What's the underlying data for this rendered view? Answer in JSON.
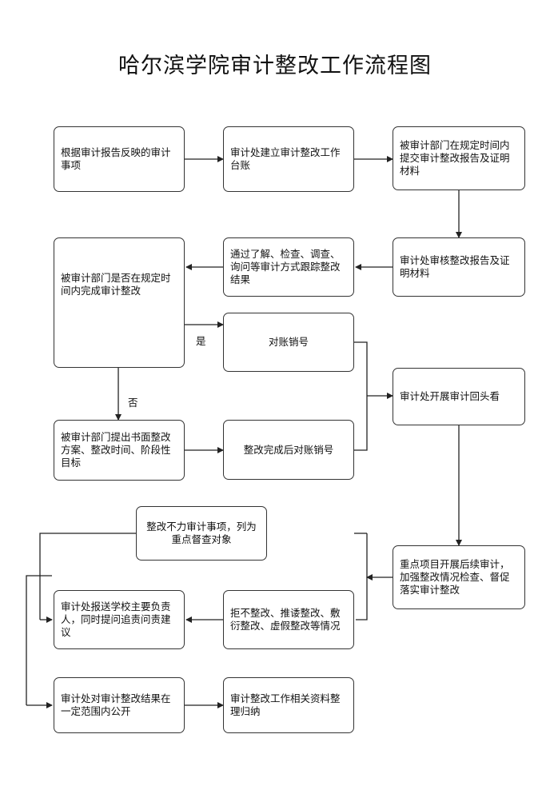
{
  "title": "哈尔滨学院审计整改工作流程图",
  "nodes": {
    "n1": "根据审计报告反映的审计事项",
    "n2": "审计处建立审计整改工作台账",
    "n3": "被审计部门在规定时间内提交审计整改报告及证明材料",
    "n4": "审计处审核整改报告及证明材料",
    "n5": "通过了解、检查、调查、询问等审计方式跟踪整改结果",
    "n6": "被审计部门是否在规定时间内完成审计整改",
    "n7": "对账销号",
    "n8": "审计处开展审计回头看",
    "n9": "被审计部门提出书面整改方案、整改时间、阶段性目标",
    "n10": "整改完成后对账销号",
    "n11": "整改不力审计事项，列为重点督查对象",
    "n12": "重点项目开展后续审计，加强整改情况检查、督促落实审计整改",
    "n13": "审计处报送学校主要负责人，同时提问追责问责建议",
    "n14": "拒不整改、推诿整改、敷衍整改、虚假整改等情况",
    "n15": "审计处对审计整改结果在一定范围内公开",
    "n16": "审计整改工作相关资料整理归纳"
  },
  "labels": {
    "yes": "是",
    "no": "否"
  }
}
